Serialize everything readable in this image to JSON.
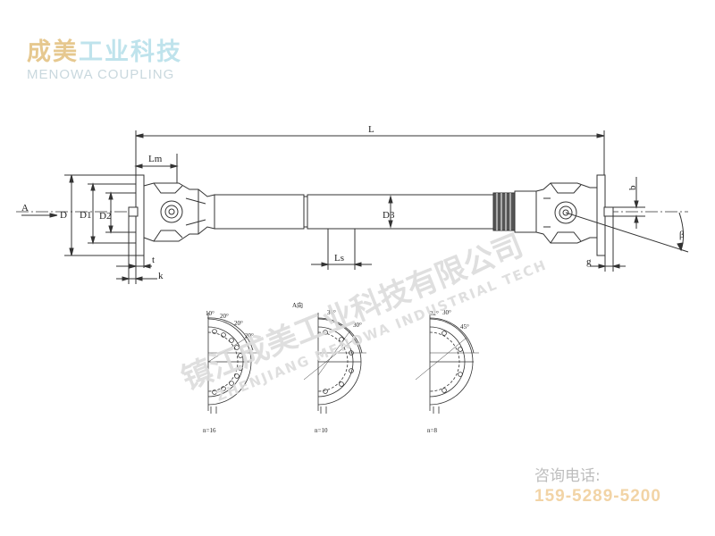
{
  "logo": {
    "name_cn_part1": "成美",
    "name_cn_part2": "工业科技",
    "name_en": "MENOWA COUPLING"
  },
  "watermark": {
    "cn": "镇江成美工业科技有限公司",
    "en": "ZHENJIANG MENOWA INDUSTRIAL TECH"
  },
  "dimensions": {
    "L": "L",
    "Lm": "Lm",
    "Ls": "Ls",
    "D": "D",
    "D1": "D1",
    "D2": "D2",
    "D3": "D3",
    "t": "t",
    "k": "k",
    "b": "b",
    "g": "g",
    "beta": "β",
    "A": "A",
    "view_label": "A向"
  },
  "flange_views": [
    {
      "caption": "n=16",
      "angles": [
        "10°",
        "20°",
        "20°",
        "20°"
      ]
    },
    {
      "caption": "n=10",
      "angles": [
        "36°",
        "30°"
      ]
    },
    {
      "caption": "n=8",
      "angles": [
        "22°",
        "30°",
        "45°"
      ]
    }
  ],
  "contact": {
    "label": "咨询电话:",
    "phone": "159-5289-5200"
  },
  "colors": {
    "line": "#333333",
    "logo_blue": "#bfe3ec",
    "logo_gold": "#e6c88f",
    "phone": "#f2d4a6"
  }
}
